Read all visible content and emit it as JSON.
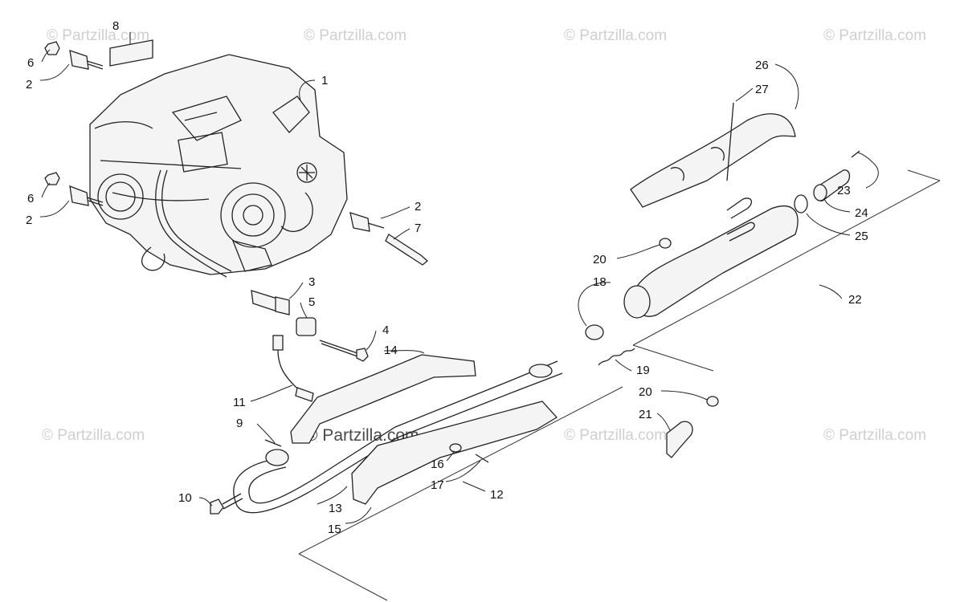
{
  "watermark": "© Partzilla.com",
  "callouts": {
    "c1": "1",
    "c2a": "2",
    "c2b": "2",
    "c2c": "2",
    "c3": "3",
    "c4": "4",
    "c5": "5",
    "c6a": "6",
    "c6b": "6",
    "c7": "7",
    "c8": "8",
    "c9": "9",
    "c10": "10",
    "c11": "11",
    "c12": "12",
    "c13": "13",
    "c14": "14",
    "c15": "15",
    "c16": "16",
    "c17": "17",
    "c18": "18",
    "c19": "19",
    "c20a": "20",
    "c20b": "20",
    "c21": "21",
    "c22": "22",
    "c23": "23",
    "c24": "24",
    "c25": "25",
    "c26": "26",
    "c27": "27"
  }
}
